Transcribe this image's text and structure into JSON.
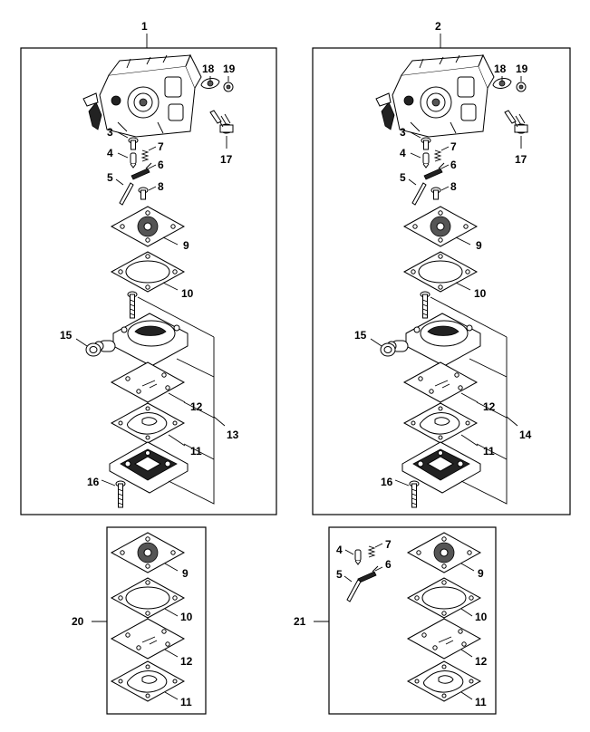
{
  "diagram": {
    "panel_1": {
      "title": "1",
      "labels": {
        "l3": "3",
        "l4": "4",
        "l5": "5",
        "l6": "6",
        "l7": "7",
        "l8": "8",
        "l9": "9",
        "l10": "10",
        "l11": "11",
        "l12": "12",
        "l13": "13",
        "l15": "15",
        "l16": "16",
        "l17": "17",
        "l18": "18",
        "l19": "19"
      }
    },
    "panel_2": {
      "title": "2",
      "labels": {
        "l3": "3",
        "l4": "4",
        "l5": "5",
        "l6": "6",
        "l7": "7",
        "l8": "8",
        "l9": "9",
        "l10": "10",
        "l11": "11",
        "l12": "12",
        "l14": "14",
        "l15": "15",
        "l16": "16",
        "l17": "17",
        "l18": "18",
        "l19": "19"
      }
    },
    "kit_20": {
      "title": "20",
      "labels": {
        "l9": "9",
        "l10": "10",
        "l11": "11",
        "l12": "12"
      }
    },
    "kit_21": {
      "title": "21",
      "labels": {
        "l4": "4",
        "l5": "5",
        "l6": "6",
        "l7": "7",
        "l9": "9",
        "l10": "10",
        "l11": "11",
        "l12": "12"
      }
    }
  }
}
